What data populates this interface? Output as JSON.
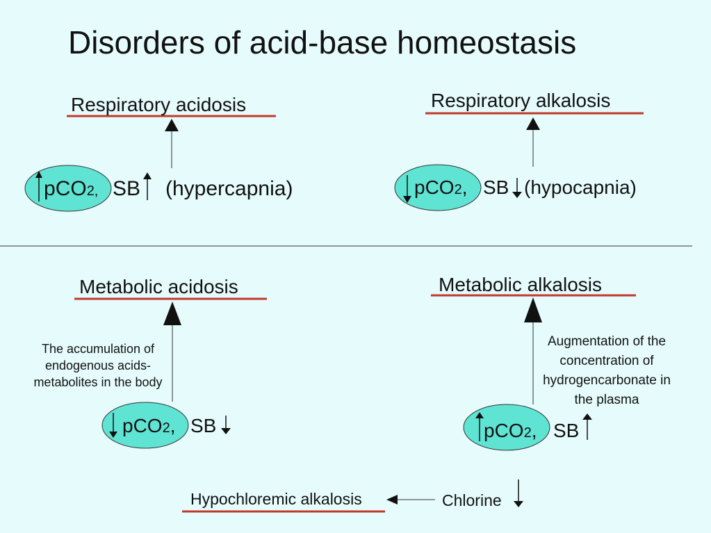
{
  "title": "Disorders of acid-base homeostasis",
  "colors": {
    "background": "#e6fbfb",
    "ellipse": "#5fe3d3",
    "underline": "#c0392b"
  },
  "respiratory_acidosis": {
    "heading": "Respiratory acidosis",
    "p": "p",
    "co": "CO",
    "sub": "2,",
    "sb": "SB",
    "note": "(hypercapnia)"
  },
  "respiratory_alkalosis": {
    "heading": "Respiratory alkalosis",
    "p": "p",
    "co": "CO",
    "sub": "2",
    "comma": ",",
    "sb": "SB",
    "note": "(hypocapnia)"
  },
  "metabolic_acidosis": {
    "heading": "Metabolic acidosis",
    "cause": "The accumulation of endogenous acids-metabolites in the body",
    "p": "p",
    "co": "CO",
    "sub": "2",
    "comma": ",",
    "sb": "SB"
  },
  "metabolic_alkalosis": {
    "heading": "Metabolic alkalosis",
    "cause": "Augmentation of the concentration of hydrogencarbonate in the plasma",
    "p": "p",
    "co": "CO",
    "sub": "2",
    "comma": ",",
    "sb": "SB"
  },
  "chlorine": {
    "label": "Chlorine",
    "result": "Hypochloremic alkalosis"
  }
}
